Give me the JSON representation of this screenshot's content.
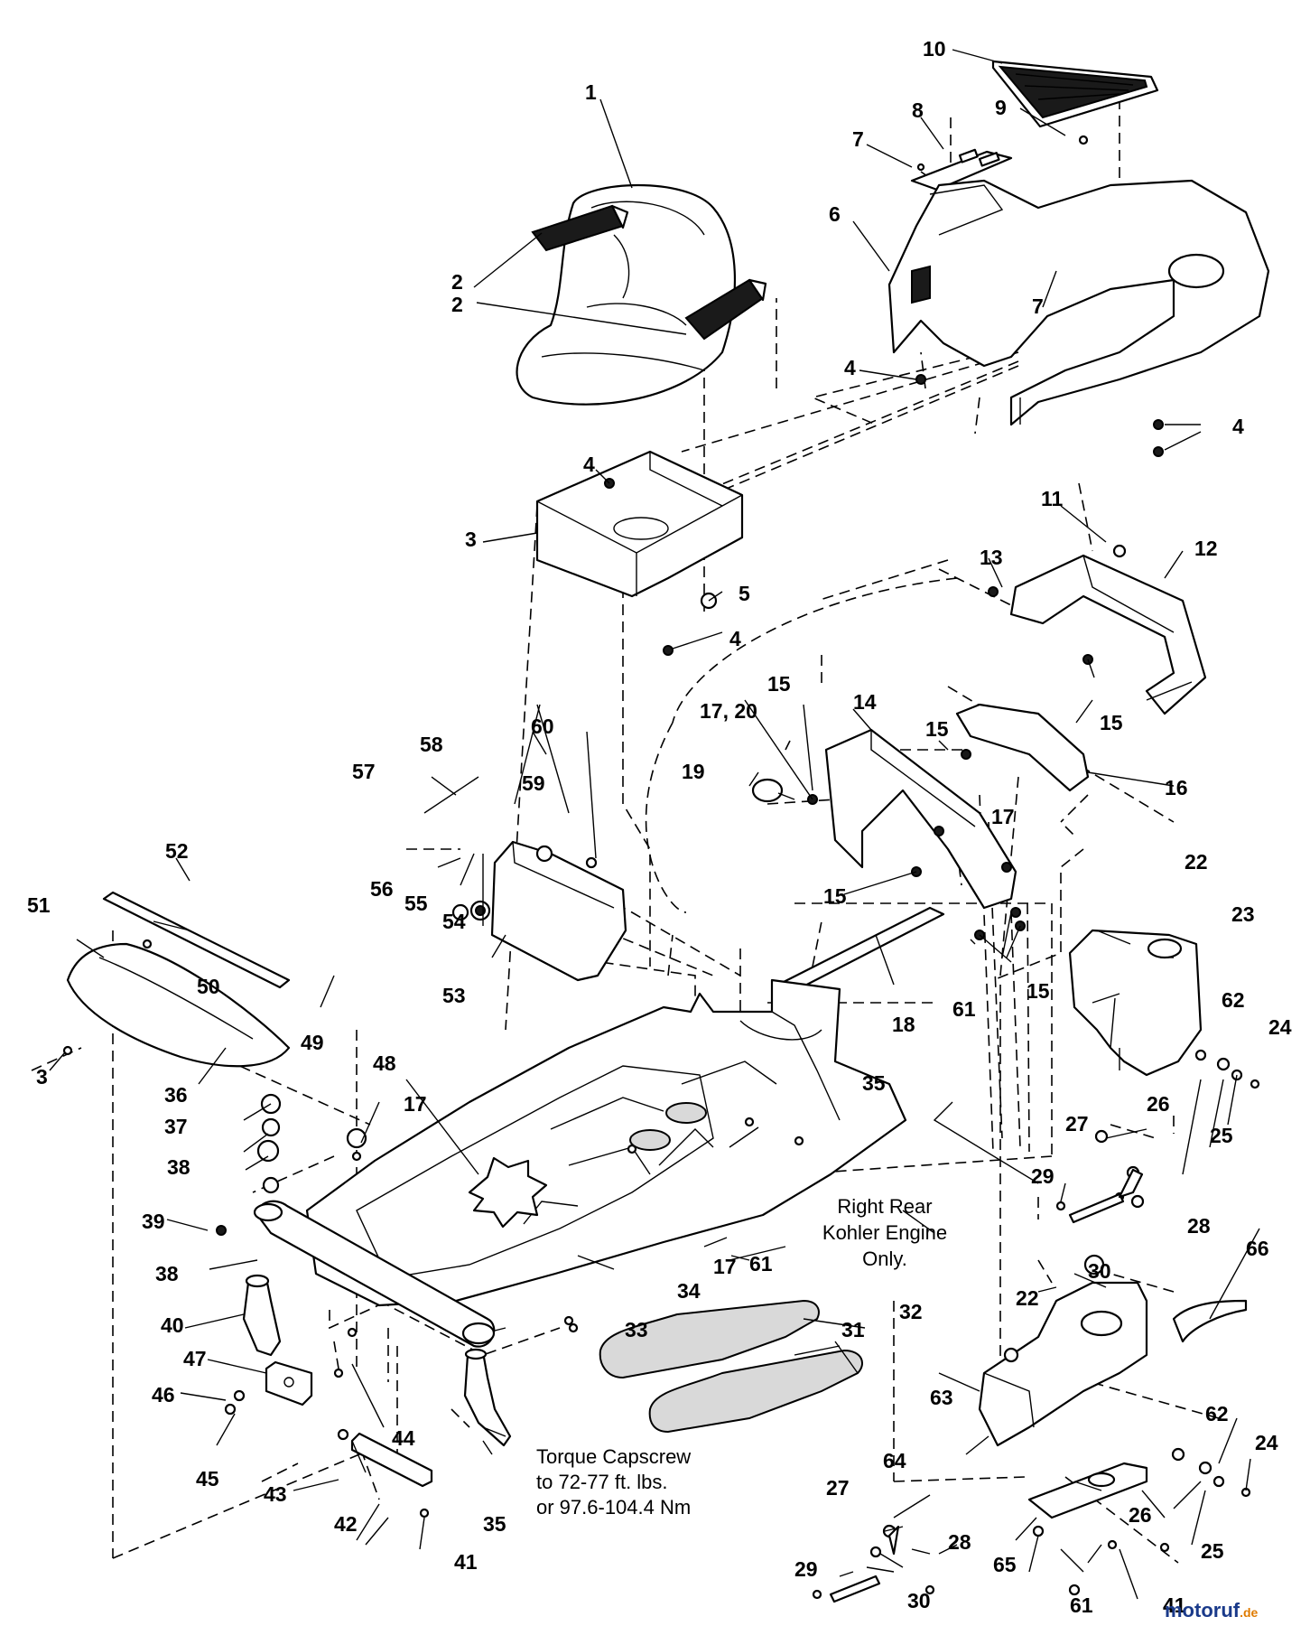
{
  "labels": {
    "l1": "1",
    "l2a": "2",
    "l2b": "2",
    "l3a": "3",
    "l3b": "3",
    "l4a": "4",
    "l4b": "4",
    "l4c": "4",
    "l4d": "4",
    "l5": "5",
    "l6": "6",
    "l7a": "7",
    "l7b": "7",
    "l8": "8",
    "l9": "9",
    "l10": "10",
    "l11": "11",
    "l12": "12",
    "l13": "13",
    "l14": "14",
    "l15a": "15",
    "l15b": "15",
    "l15c": "15",
    "l15d": "15",
    "l15e": "15",
    "l16": "16",
    "l17a": "17",
    "l17b": "17",
    "l17c": "17",
    "l17_20": "17, 20",
    "l18": "18",
    "l19": "19",
    "l22a": "22",
    "l22b": "22",
    "l23": "23",
    "l24a": "24",
    "l24b": "24",
    "l25a": "25",
    "l25b": "25",
    "l26a": "26",
    "l26b": "26",
    "l27a": "27",
    "l27b": "27",
    "l28a": "28",
    "l28b": "28",
    "l29a": "29",
    "l29b": "29",
    "l30a": "30",
    "l30b": "30",
    "l31": "31",
    "l32": "32",
    "l33": "33",
    "l34": "34",
    "l35a": "35",
    "l35b": "35",
    "l36": "36",
    "l37": "37",
    "l38a": "38",
    "l38b": "38",
    "l39": "39",
    "l40": "40",
    "l41a": "41",
    "l41b": "41",
    "l42": "42",
    "l43": "43",
    "l44": "44",
    "l45": "45",
    "l46": "46",
    "l47": "47",
    "l48": "48",
    "l49": "49",
    "l50": "50",
    "l51": "51",
    "l52": "52",
    "l53": "53",
    "l54": "54",
    "l55": "55",
    "l56": "56",
    "l57": "57",
    "l58": "58",
    "l59": "59",
    "l60": "60",
    "l61a": "61",
    "l61b": "61",
    "l61c": "61",
    "l62a": "62",
    "l62b": "62",
    "l63": "63",
    "l64": "64",
    "l65": "65",
    "l66": "66"
  },
  "notes": {
    "kohler_1": "Right Rear",
    "kohler_2": "Kohler Engine",
    "kohler_3": "Only.",
    "torque_1": "Torque Capscrew",
    "torque_2": "to 72-77 ft. lbs.",
    "torque_3": "or 97.6-104.4 Nm"
  },
  "watermark": {
    "text": "motoruf",
    "suffix": ".de",
    "colors": {
      "main": "#1a3a8a",
      "accent": "#e07b00"
    }
  }
}
